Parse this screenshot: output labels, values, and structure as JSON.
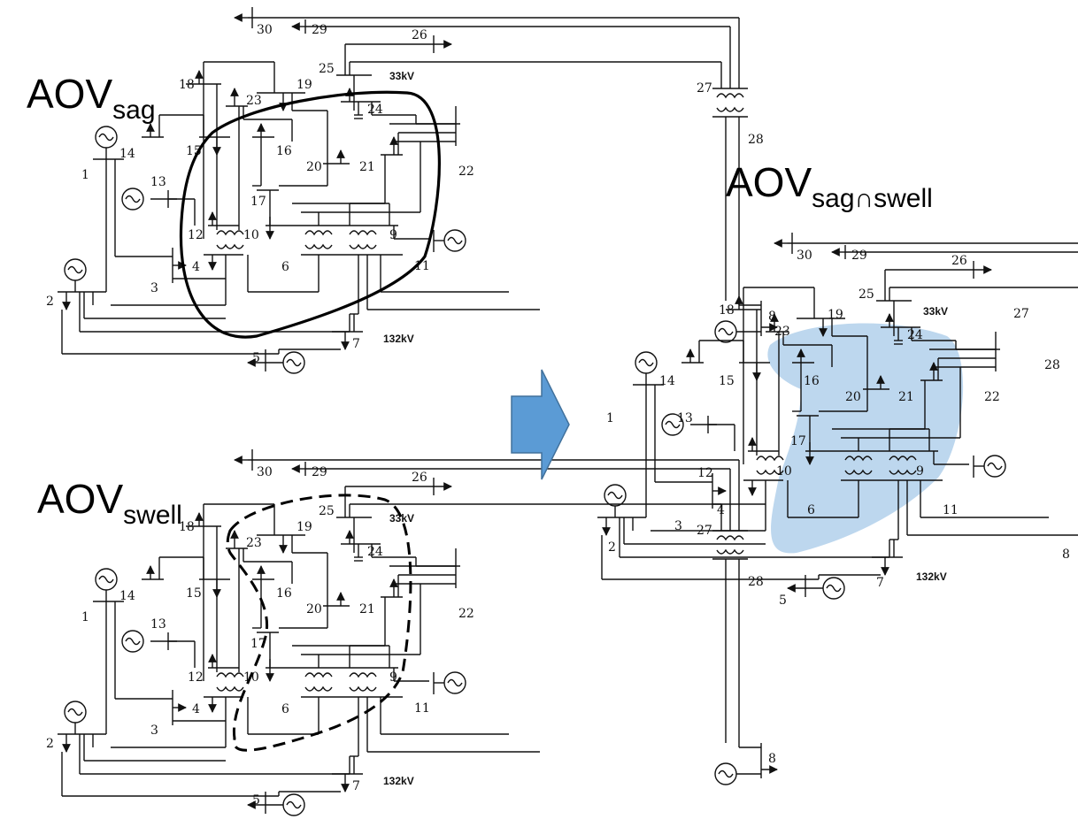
{
  "titles": {
    "sag": {
      "main": "AOV",
      "sub": "sag"
    },
    "swell": {
      "main": "AOV",
      "sub": "swell"
    },
    "intersection": {
      "main": "AOV",
      "sub": "sag∩swell"
    }
  },
  "voltage_labels": {
    "high": "132kV",
    "low": "33kV"
  },
  "bus_labels": [
    "1",
    "2",
    "3",
    "4",
    "5",
    "6",
    "7",
    "8",
    "9",
    "10",
    "11",
    "12",
    "13",
    "14",
    "15",
    "16",
    "17",
    "18",
    "19",
    "20",
    "21",
    "22",
    "23",
    "24",
    "25",
    "26",
    "27",
    "28",
    "29",
    "30"
  ],
  "colors": {
    "line": "#111111",
    "arrow": "#5b9bd5",
    "arrow_stroke": "#41719c",
    "region_fill": "#bdd7ee"
  },
  "icons": {
    "arrow": "right-arrow-icon",
    "generator": "generator-icon",
    "transformer": "transformer-icon"
  }
}
